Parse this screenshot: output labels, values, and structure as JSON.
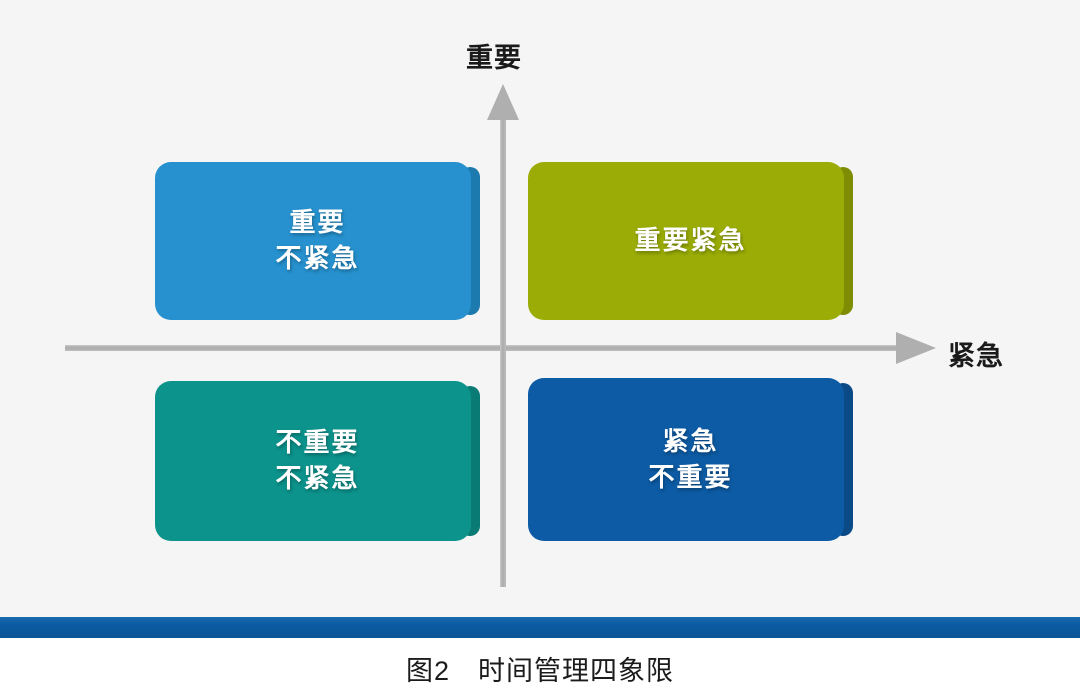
{
  "figure": {
    "caption": "图2　时间管理四象限",
    "background_color": "#f5f5f5",
    "rule_color": "#0b5ba2"
  },
  "axes": {
    "vertical": {
      "label": "重要",
      "arrow_icon": "arrow-up-icon",
      "color": "#afafaf"
    },
    "horizontal": {
      "label": "紧急",
      "arrow_icon": "arrow-right-icon",
      "color": "#afafaf"
    }
  },
  "chart_data": {
    "type": "diagram",
    "title": "图2　时间管理四象限",
    "xlabel": "紧急",
    "ylabel": "重要",
    "quadrants": [
      {
        "id": "important-not-urgent",
        "position": "top-left",
        "lines": [
          "重要",
          "不紧急"
        ],
        "color": "#2691ce",
        "shadow_color": "#1d7aaf",
        "urgent": false,
        "important": true
      },
      {
        "id": "important-urgent",
        "position": "top-right",
        "lines": [
          "重要紧急"
        ],
        "color": "#9aac05",
        "shadow_color": "#7f8d05",
        "urgent": true,
        "important": true
      },
      {
        "id": "not-important-not-urgent",
        "position": "bottom-left",
        "lines": [
          "不重要",
          "不紧急"
        ],
        "color": "#0c938c",
        "shadow_color": "#097a74",
        "urgent": false,
        "important": false
      },
      {
        "id": "urgent-not-important",
        "position": "bottom-right",
        "lines": [
          "紧急",
          "不重要"
        ],
        "color": "#0d5ba4",
        "shadow_color": "#0a4a87",
        "urgent": true,
        "important": false
      }
    ]
  }
}
